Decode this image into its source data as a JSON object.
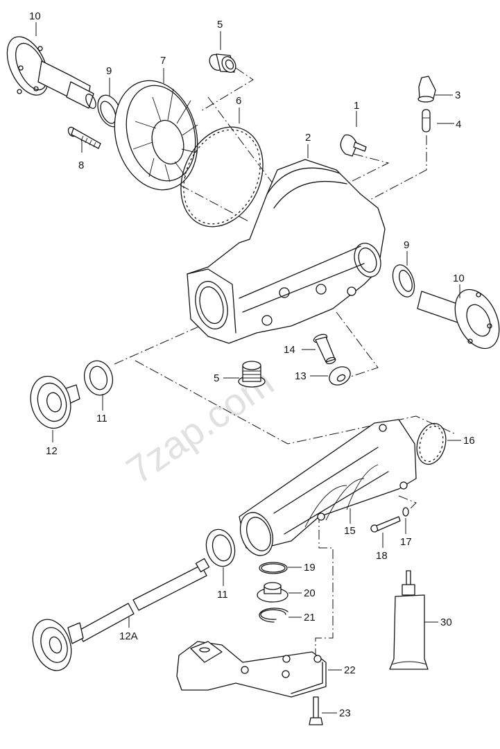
{
  "watermark": "7zap.com",
  "callouts": {
    "c1": "1",
    "c2": "2",
    "c3": "3",
    "c4": "4",
    "c5a": "5",
    "c5b": "5",
    "c6": "6",
    "c7": "7",
    "c8": "8",
    "c9a": "9",
    "c9b": "9",
    "c10a": "10",
    "c10b": "10",
    "c11a": "11",
    "c11b": "11",
    "c12": "12",
    "c12a": "12A",
    "c13": "13",
    "c14": "14",
    "c15": "15",
    "c16": "16",
    "c17": "17",
    "c18": "18",
    "c19": "19",
    "c20": "20",
    "c21": "21",
    "c22": "22",
    "c23": "23",
    "c30": "30"
  },
  "colors": {
    "line": "#111111",
    "background": "#ffffff",
    "watermark": "#d8d8d8"
  }
}
